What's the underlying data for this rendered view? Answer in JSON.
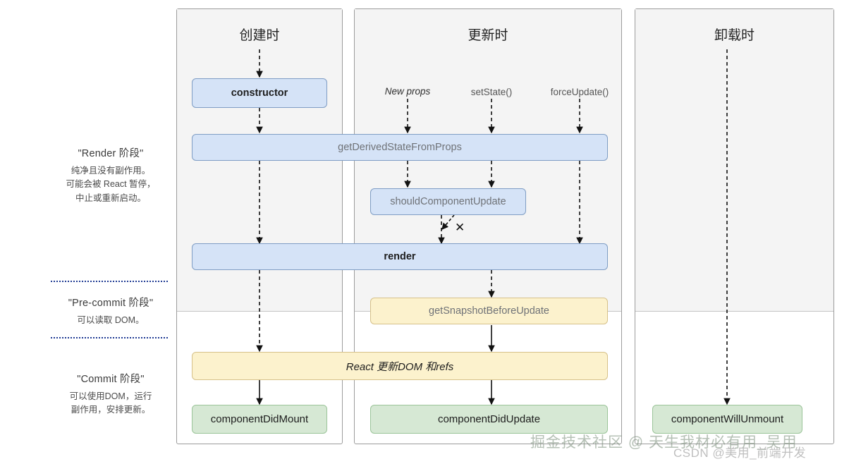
{
  "phases": [
    {
      "title": "\"Render 阶段\"",
      "desc_lines": [
        "纯净且没有副作用。",
        "可能会被 React 暂停，",
        "中止或重新启动。"
      ]
    },
    {
      "title": "\"Pre-commit 阶段\"",
      "desc_lines": [
        "可以读取 DOM。"
      ]
    },
    {
      "title": "\"Commit 阶段\"",
      "desc_lines": [
        "可以使用DOM，运行",
        "副作用，安排更新。"
      ]
    }
  ],
  "columns": [
    {
      "header": "创建时"
    },
    {
      "header": "更新时"
    },
    {
      "header": "卸载时"
    }
  ],
  "triggers": [
    {
      "label": "New props"
    },
    {
      "label": "setState()"
    },
    {
      "label": "forceUpdate()"
    }
  ],
  "nodes": {
    "constructor": "constructor",
    "get_derived_state_from_props": "getDerivedStateFromProps",
    "should_component_update": "shouldComponentUpdate",
    "render": "render",
    "get_snapshot_before_update": "getSnapshotBeforeUpdate",
    "react_updates_dom": "React 更新DOM 和refs",
    "component_did_mount": "componentDidMount",
    "component_did_update": "componentDidUpdate",
    "component_will_unmount": "componentWillUnmount"
  },
  "annotations": {
    "skip_render_mark": "✕"
  },
  "watermarks": {
    "primary": "掘金技术社区 @ 天生我材必有用_吴用",
    "secondary": "CSDN @美用_前端开发"
  },
  "colors": {
    "blue_fill": "#d5e3f7",
    "blue_border": "#7f9dc4",
    "yellow_fill": "#fcf2cd",
    "yellow_border": "#d6c189",
    "green_fill": "#d6e8d4",
    "green_border": "#9bc499",
    "panel_grey": "#f4f4f4",
    "panel_border": "#9c9c9c",
    "phase_rule": "#1f3a93"
  }
}
